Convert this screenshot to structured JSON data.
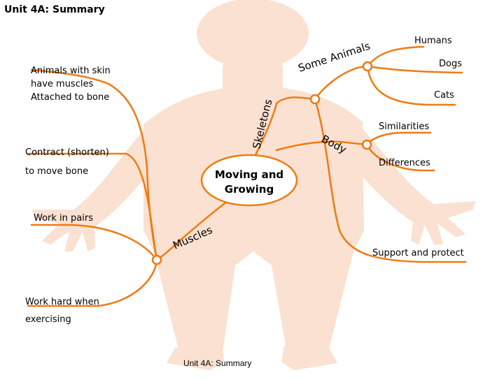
{
  "title": "Unit 4A: Summary",
  "footer": "Unit 4A: Summary",
  "center_topic": {
    "line1": "Moving and",
    "line2": "Growing"
  },
  "branches": {
    "animals": {
      "label": "Some Animals",
      "leaves": [
        "Humans",
        "Dogs",
        "Cats"
      ]
    },
    "skeletons": {
      "label": "Skeletons",
      "leaves": [
        "Support and protect"
      ]
    },
    "body": {
      "label": "Body",
      "leaves": [
        "Similarities",
        "Differences"
      ]
    },
    "muscles": {
      "label": "Muscles",
      "leaves": [
        {
          "line1": "Animals with skin",
          "line2": "have muscles",
          "line3": "Attached to bone"
        },
        {
          "line1": "Contract (shorten)",
          "line2": "to move bone"
        },
        {
          "line1": "Work in pairs"
        },
        {
          "line1": "Work hard when",
          "line2": "exercising"
        }
      ]
    }
  },
  "colors": {
    "body_fill": "#fbe1d2",
    "branch": "#f07a10",
    "node_fill": "#ffffff"
  }
}
